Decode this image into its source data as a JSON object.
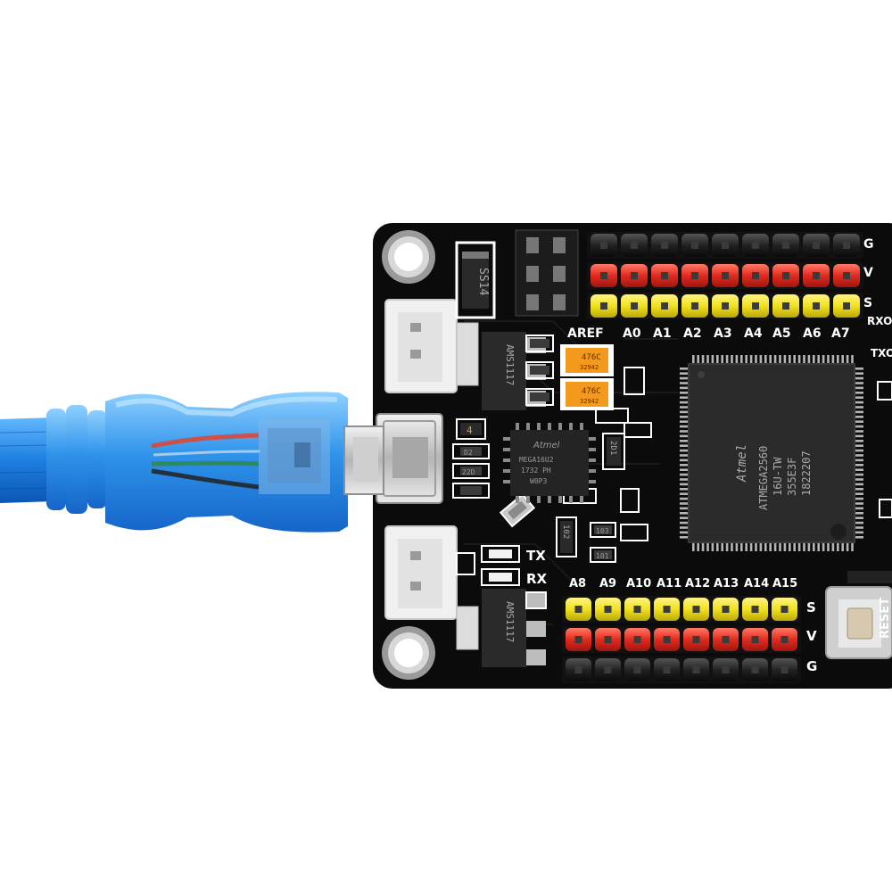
{
  "colors": {
    "background": "#ffffff",
    "pcb": "#0b0b0b",
    "cable": "#1e7fe0",
    "header_red": "#e32a1e",
    "header_yellow": "#f2e21c",
    "header_black": "#1a1a1a",
    "silkscreen": "#ffffff"
  },
  "board": {
    "top_header_labels": [
      "AREF",
      "A0",
      "A1",
      "A2",
      "A3",
      "A4",
      "A5",
      "A6",
      "A7"
    ],
    "bottom_header_labels": [
      "A8",
      "A9",
      "A10",
      "A11",
      "A12",
      "A13",
      "A14",
      "A15"
    ],
    "top_right_markers": [
      "G",
      "V",
      "S"
    ],
    "right_side_labels": [
      "RXO",
      "TXO"
    ],
    "bottom_row_markers": [
      "S",
      "V",
      "G"
    ],
    "led_labels": [
      "TX",
      "RX"
    ],
    "reset_label": "RESET",
    "main_chip": {
      "brand": "Atmel",
      "line1": "ATMEGA2560",
      "line2": "16U-TW",
      "line3": "355E3F",
      "line4": "1822207"
    },
    "usb_chip": {
      "brand": "Atmel",
      "line1": "MEGA16U2",
      "line2": "1732 PH",
      "line3": "W0P3"
    },
    "regulator_top_text": "AMS1117",
    "regulator_bottom_text": "AMS1117",
    "diode_text": "SS14",
    "cap1_text": "476C",
    "cap1_sub": "32942",
    "cap2_text": "476C",
    "cap2_sub": "32942",
    "small_labels": {
      "d1": "4",
      "d2": "D2",
      "d3": "22D",
      "d4": "2D1",
      "d5": "102",
      "d6": "103",
      "d7": "101"
    }
  }
}
